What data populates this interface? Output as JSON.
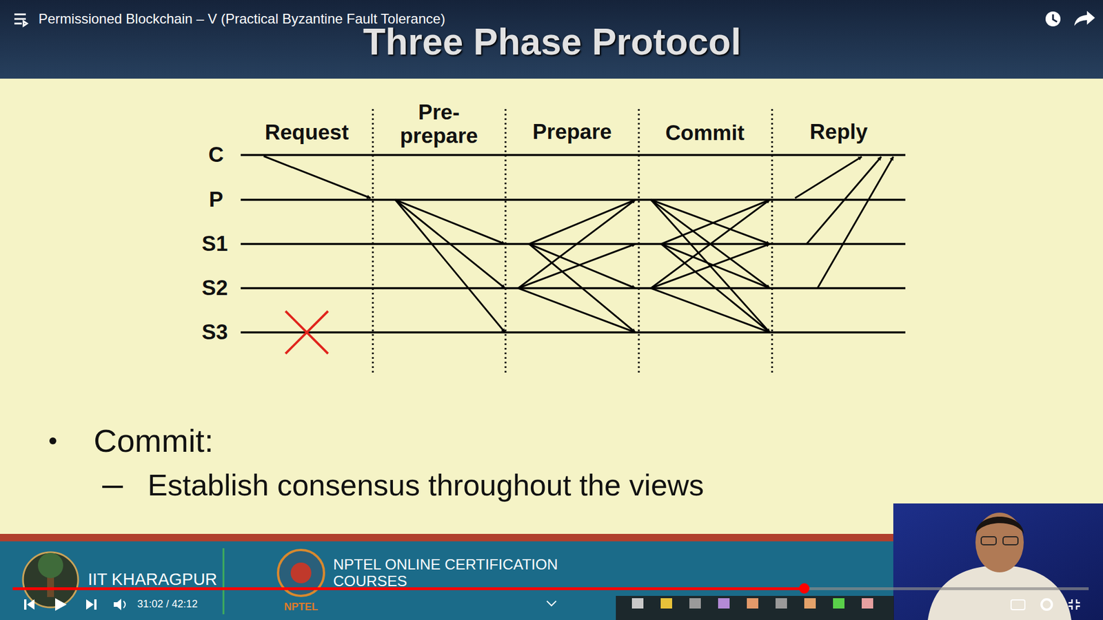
{
  "diagram": {
    "title": "Three Phase Protocol",
    "labels": [
      "Permissioned Blockchain – V (Practical Byzantine Fault Tolerance)",
      "Request",
      "Pre- prepare",
      "Prepare",
      "Commit",
      "Reply",
      "C",
      "P",
      "S1",
      "S2",
      "S3",
      "Commit:",
      "Establish consensus throughout the views",
      "IIT KHARAGPUR",
      "NPTEL ONLINE CERTIFICATION COURSES",
      "NPTEL",
      "31:02 / 42:12"
    ]
  }
}
